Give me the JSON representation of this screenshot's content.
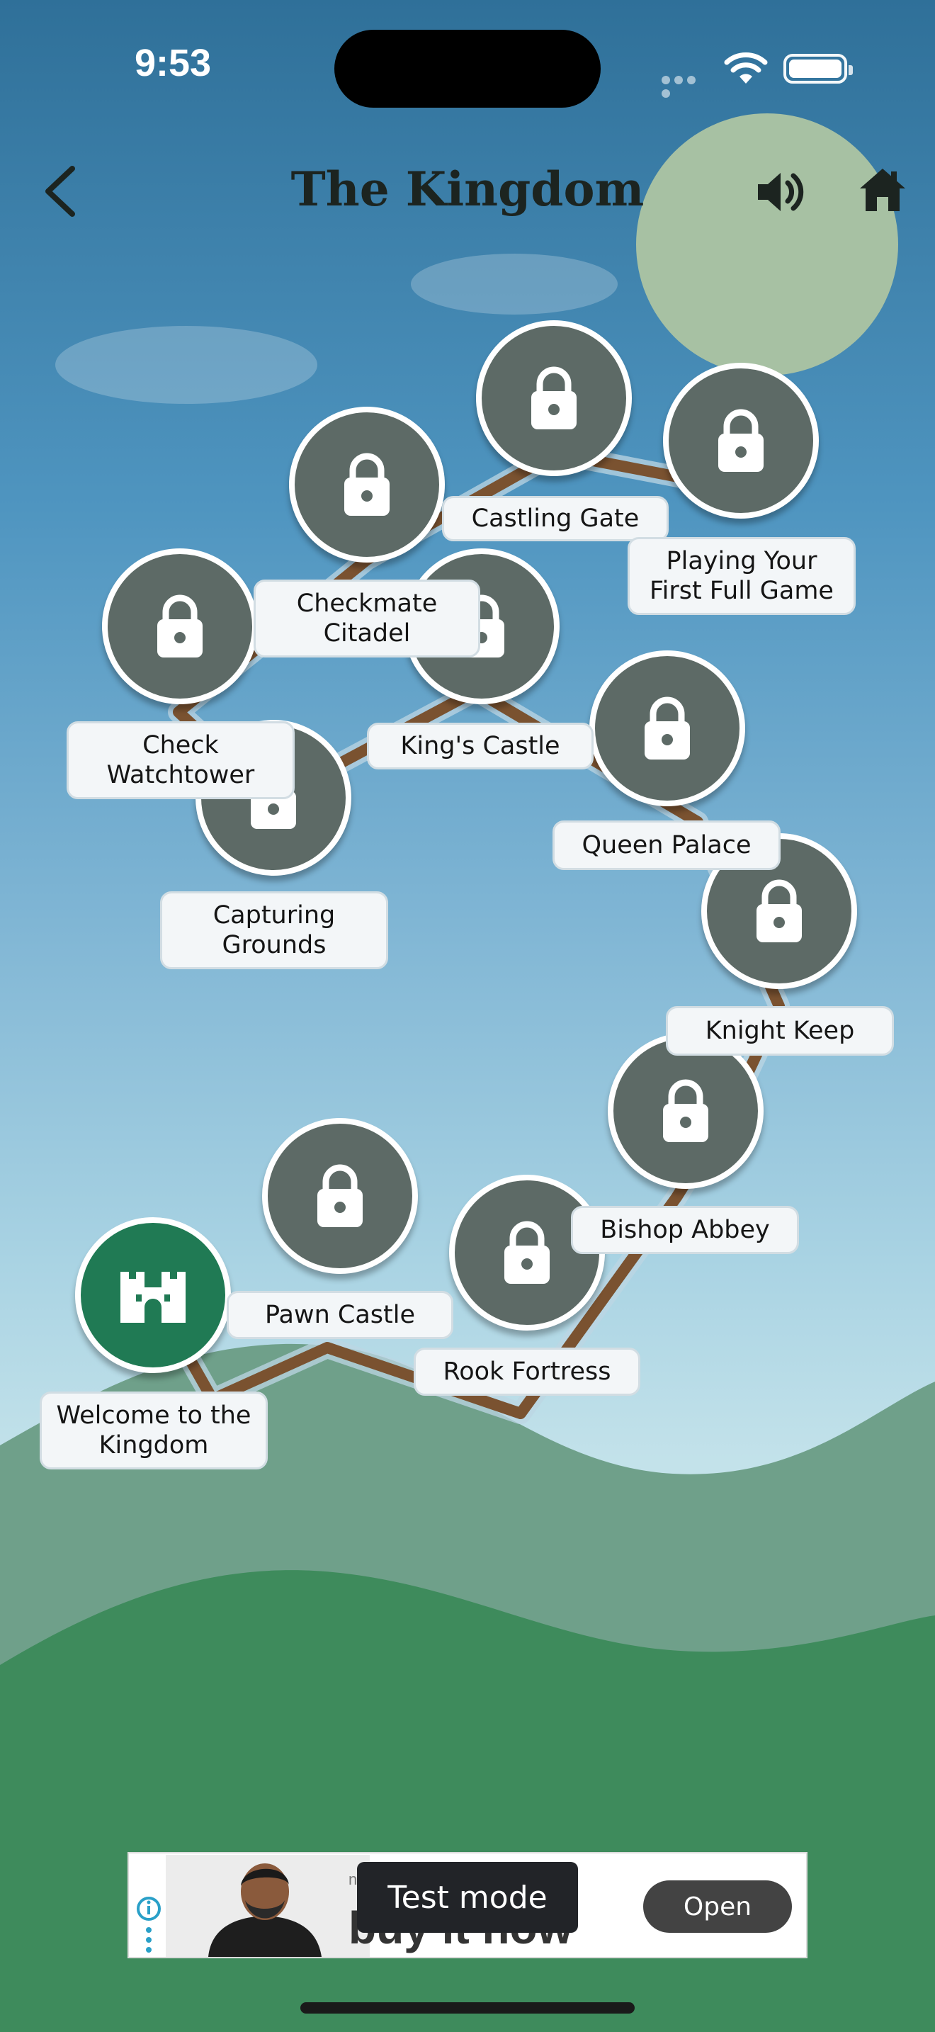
{
  "status_bar": {
    "time": "9:53"
  },
  "header": {
    "title": "The Kingdom"
  },
  "icons": {
    "back": "chevron-left-icon",
    "sound": "speaker-icon",
    "home": "home-icon",
    "lock": "lock-icon",
    "castle": "castle-icon"
  },
  "colors": {
    "node_locked": "#5d6a66",
    "node_active": "#207a54",
    "path": "#7a5230",
    "hill_front": "#3e8b5c",
    "hill_back": "#6fa08a"
  },
  "levels": [
    {
      "name": "Welcome to the Kingdom",
      "state": "unlocked"
    },
    {
      "name": "Pawn Castle",
      "state": "locked"
    },
    {
      "name": "Rook Fortress",
      "state": "locked"
    },
    {
      "name": "Bishop Abbey",
      "state": "locked"
    },
    {
      "name": "Knight Keep",
      "state": "locked"
    },
    {
      "name": "Queen Palace",
      "state": "locked"
    },
    {
      "name": "King's Castle",
      "state": "locked"
    },
    {
      "name": "Capturing Grounds",
      "state": "locked"
    },
    {
      "name": "Check Watchtower",
      "state": "locked"
    },
    {
      "name": "Checkmate Citadel",
      "state": "locked"
    },
    {
      "name": "Castling Gate",
      "state": "locked"
    },
    {
      "name": "Playing Your First Full Game",
      "state": "locked"
    }
  ],
  "ad": {
    "overlay_text": "Test mode",
    "headline": "buy it now",
    "small_text": "n",
    "button": "Open"
  }
}
